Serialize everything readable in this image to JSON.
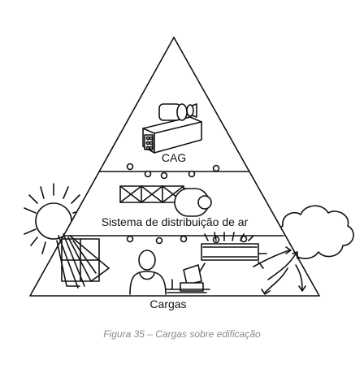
{
  "levels": {
    "top": "CAG",
    "middle": "Sistema de distribuição de ar",
    "bottom": "Cargas"
  },
  "caption": "Figura 35 – Cargas sobre edificação",
  "colors": {
    "line": "#111111",
    "caption": "#8a8a8a"
  }
}
